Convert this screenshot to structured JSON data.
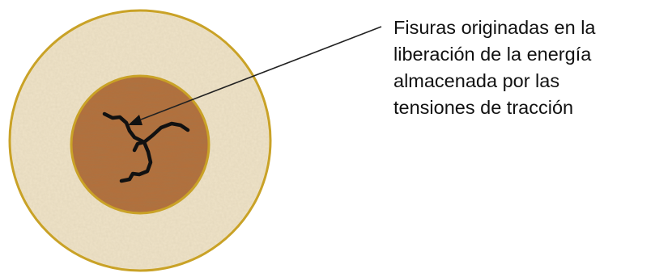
{
  "annotation": {
    "lines": [
      "Fisuras originadas en la",
      "liberación de la energía",
      "almacenada por las",
      "tensiones de tracción"
    ]
  },
  "colors": {
    "outer_fill": "#EFE3C8",
    "outer_border": "#C9A227",
    "core_fill": "#B56F3A",
    "core_border": "#C9A227",
    "crack": "#111111",
    "leader": "#222222"
  }
}
